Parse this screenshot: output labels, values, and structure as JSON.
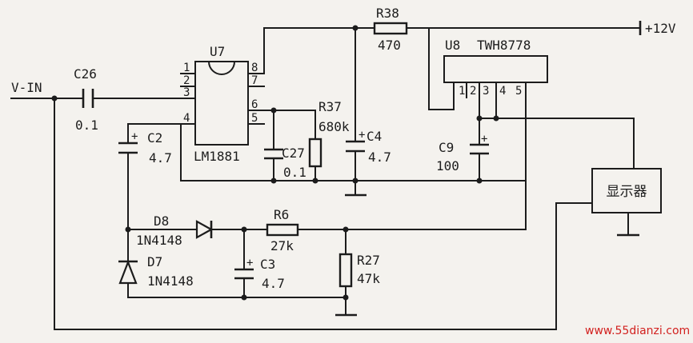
{
  "signal": {
    "input": "V-IN",
    "supply": "+12V"
  },
  "components": {
    "c26": {
      "ref": "C26",
      "value": "0.1"
    },
    "c2": {
      "ref": "C2",
      "value": "4.7",
      "polarity": "+"
    },
    "u7": {
      "ref": "U7",
      "part": "LM1881",
      "pins": [
        "1",
        "2",
        "3",
        "4",
        "5",
        "6",
        "7",
        "8"
      ]
    },
    "c27": {
      "ref": "C27",
      "value": "0.1"
    },
    "r37": {
      "ref": "R37",
      "value": "680k"
    },
    "r38": {
      "ref": "R38",
      "value": "470"
    },
    "c4": {
      "ref": "C4",
      "value": "4.7",
      "polarity": "+"
    },
    "u8": {
      "ref": "U8",
      "part": "TWH8778",
      "pins": [
        "1",
        "2",
        "3",
        "4",
        "5"
      ]
    },
    "c9": {
      "ref": "C9",
      "value": "100",
      "polarity": "+"
    },
    "display": {
      "label": "显示器"
    },
    "d8": {
      "ref": "D8",
      "part": "1N4148"
    },
    "d7": {
      "ref": "D7",
      "part": "1N4148"
    },
    "r6": {
      "ref": "R6",
      "value": "27k"
    },
    "c3": {
      "ref": "C3",
      "value": "4.7",
      "polarity": "+"
    },
    "r27": {
      "ref": "R27",
      "value": "47k"
    }
  },
  "watermark": "www.55dianzi.com",
  "colors": {
    "ink": "#1c1c1c",
    "paper": "#f4f2ee",
    "watermark": "#d2211f"
  }
}
